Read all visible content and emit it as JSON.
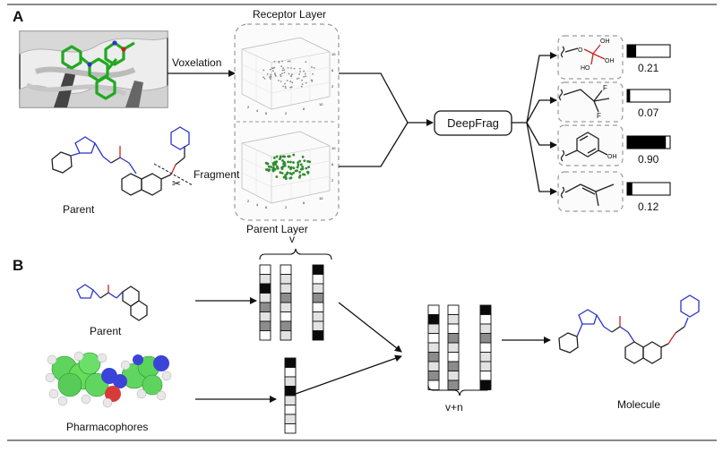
{
  "panel_a": {
    "letter": "A",
    "receptor_layer_label": "Receptor Layer",
    "parent_layer_label": "Parent Layer",
    "voxelation_label": "Voxelation",
    "fragment_label": "Fragment",
    "parent_label": "Parent",
    "model_label": "DeepFrag",
    "fragments": [
      {
        "name": "phosphonate",
        "score_text": "0.21",
        "score": 0.21,
        "atoms": [
          "OH",
          "OH",
          "HO",
          "O"
        ]
      },
      {
        "name": "difluoro-alkyl",
        "score_text": "0.07",
        "score": 0.07,
        "atoms": [
          "F",
          "F"
        ]
      },
      {
        "name": "phenol",
        "score_text": "0.90",
        "score": 0.9,
        "atoms": [
          "OH"
        ]
      },
      {
        "name": "isobutenyl",
        "score_text": "0.12",
        "score": 0.12,
        "atoms": []
      }
    ],
    "colors": {
      "receptor_points": "#8a8a8a",
      "parent_points": "#2e8b2e",
      "fragment_box_border": "#9a9a9a"
    }
  },
  "panel_b": {
    "letter": "B",
    "parent_label": "Parent",
    "pharmacophores_label": "Pharmacophores",
    "v_label": "v",
    "vn_label": "v+n",
    "molecule_label": "Molecule",
    "parent_vectors": [
      [
        "white",
        "light",
        "black",
        "light",
        "mid",
        "light",
        "mid",
        "white"
      ],
      [
        "white",
        "light",
        "light",
        "mid",
        "light",
        "white",
        "mid",
        "light"
      ],
      [
        "black",
        "white",
        "light",
        "mid",
        "white",
        "light",
        "light",
        "black"
      ]
    ],
    "pharmacophore_vector": [
      "black",
      "white",
      "light",
      "black",
      "light",
      "white",
      "light",
      "white"
    ],
    "combined_vectors": [
      [
        "white",
        "black",
        "light",
        "white",
        "light",
        "mid",
        "light",
        "mid",
        "white"
      ],
      [
        "white",
        "light",
        "white",
        "mid",
        "light",
        "white",
        "mid",
        "light",
        "mid"
      ],
      [
        "black",
        "white",
        "light",
        "mid",
        "white",
        "light",
        "light",
        "white",
        "black"
      ]
    ],
    "colors": {
      "white": "#ffffff",
      "light": "#e2e2e2",
      "mid": "#8c8c8c",
      "black": "#0a0a0a"
    }
  }
}
